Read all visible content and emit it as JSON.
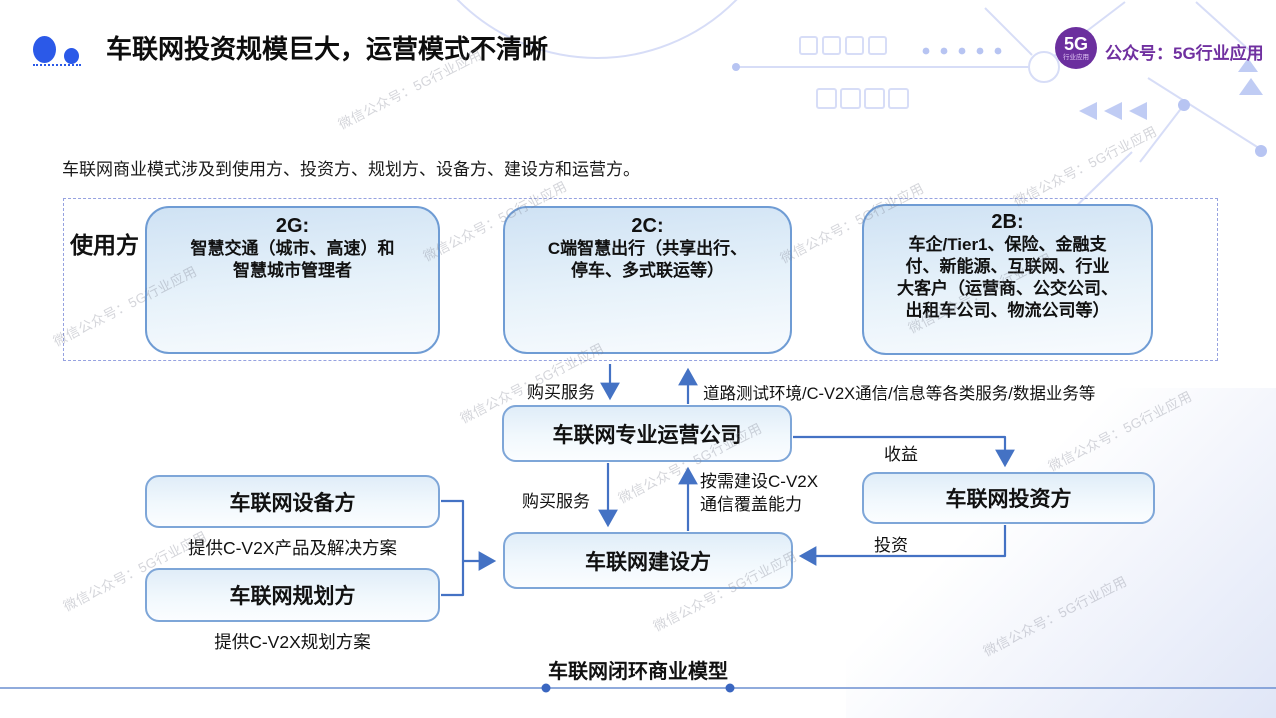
{
  "header": {
    "title": "车联网投资规模巨大，运营模式不清晰",
    "badge": {
      "main": "5G",
      "sub": "行业应用"
    },
    "account_label": "公众号：5G行业应用"
  },
  "intro": "车联网商业模式涉及到使用方、投资方、规划方、设备方、建设方和运营方。",
  "users_group": {
    "label": "使用方",
    "boxes": [
      {
        "title": "2G:",
        "lines": [
          "智慧交通（城市、高速）和",
          "智慧城市管理者"
        ]
      },
      {
        "title": "2C:",
        "lines": [
          "C端智慧出行（共享出行、",
          "停车、多式联运等）"
        ]
      },
      {
        "title": "2B:",
        "lines": [
          "车企/Tier1、保险、金融支",
          "付、新能源、互联网、行业",
          "大客户（运营商、公交公司、",
          "出租车公司、物流公司等）"
        ]
      }
    ]
  },
  "nodes": {
    "operator": "车联网专业运营公司",
    "investor": "车联网投资方",
    "builder": "车联网建设方",
    "equipment": "车联网设备方",
    "planner": "车联网规划方"
  },
  "edge_labels": {
    "buy_service_top": "购买服务",
    "services_to_users": "道路测试环境/C-V2X通信/信息等各类服务/数据业务等",
    "revenue": "收益",
    "buy_service_mid": "购买服务",
    "build_capacity": [
      "按需建设C-V2X",
      "通信覆盖能力"
    ],
    "invest": "投资",
    "equipment_offer": "提供C-V2X产品及解决方案",
    "planner_offer": "提供C-V2X规划方案"
  },
  "caption": "车联网闭环商业模型",
  "watermark": "微信公众号：5G行业应用",
  "colors": {
    "title_bullet_blue": "#2b59e8",
    "arrow_blue": "#4472c4",
    "badge_purple": "#6b2f9e",
    "account_text_purple": "#7030a0",
    "box_border_blue": "#7ea6d8",
    "box_fill_blue": "#d7e8f7",
    "frame_dashed_blue": "#96a2e0",
    "watermark_gray": "#9699a8"
  }
}
